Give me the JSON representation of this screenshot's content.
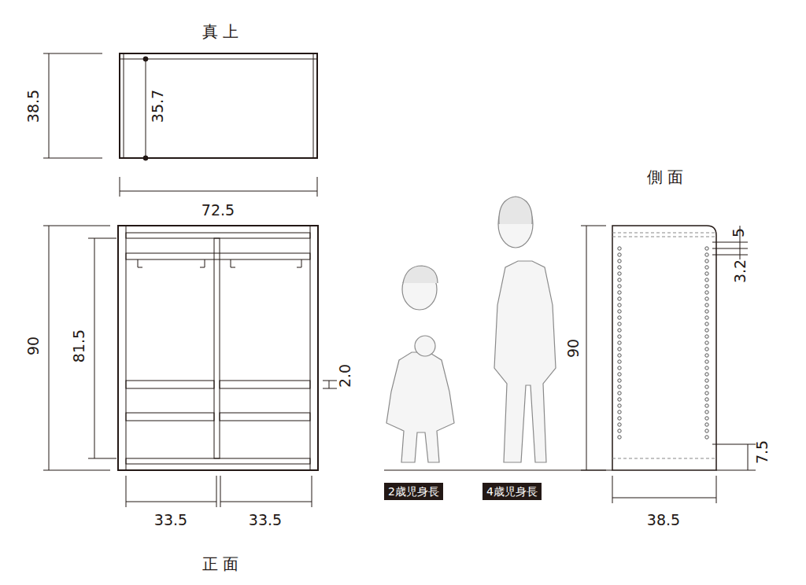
{
  "diagram": {
    "nodes": [
      {
        "text": [
          "2歳児身長"
        ]
      },
      {
        "text": [
          "4歳児身長"
        ]
      }
    ],
    "labels": [
      "真 上",
      "38.5",
      "35.7",
      "72.5",
      "90",
      "81.5",
      "2.0",
      "33.5",
      "33.5",
      "正 面",
      "側 面",
      "90",
      "5",
      "3.2",
      "7.5",
      "38.5"
    ]
  }
}
